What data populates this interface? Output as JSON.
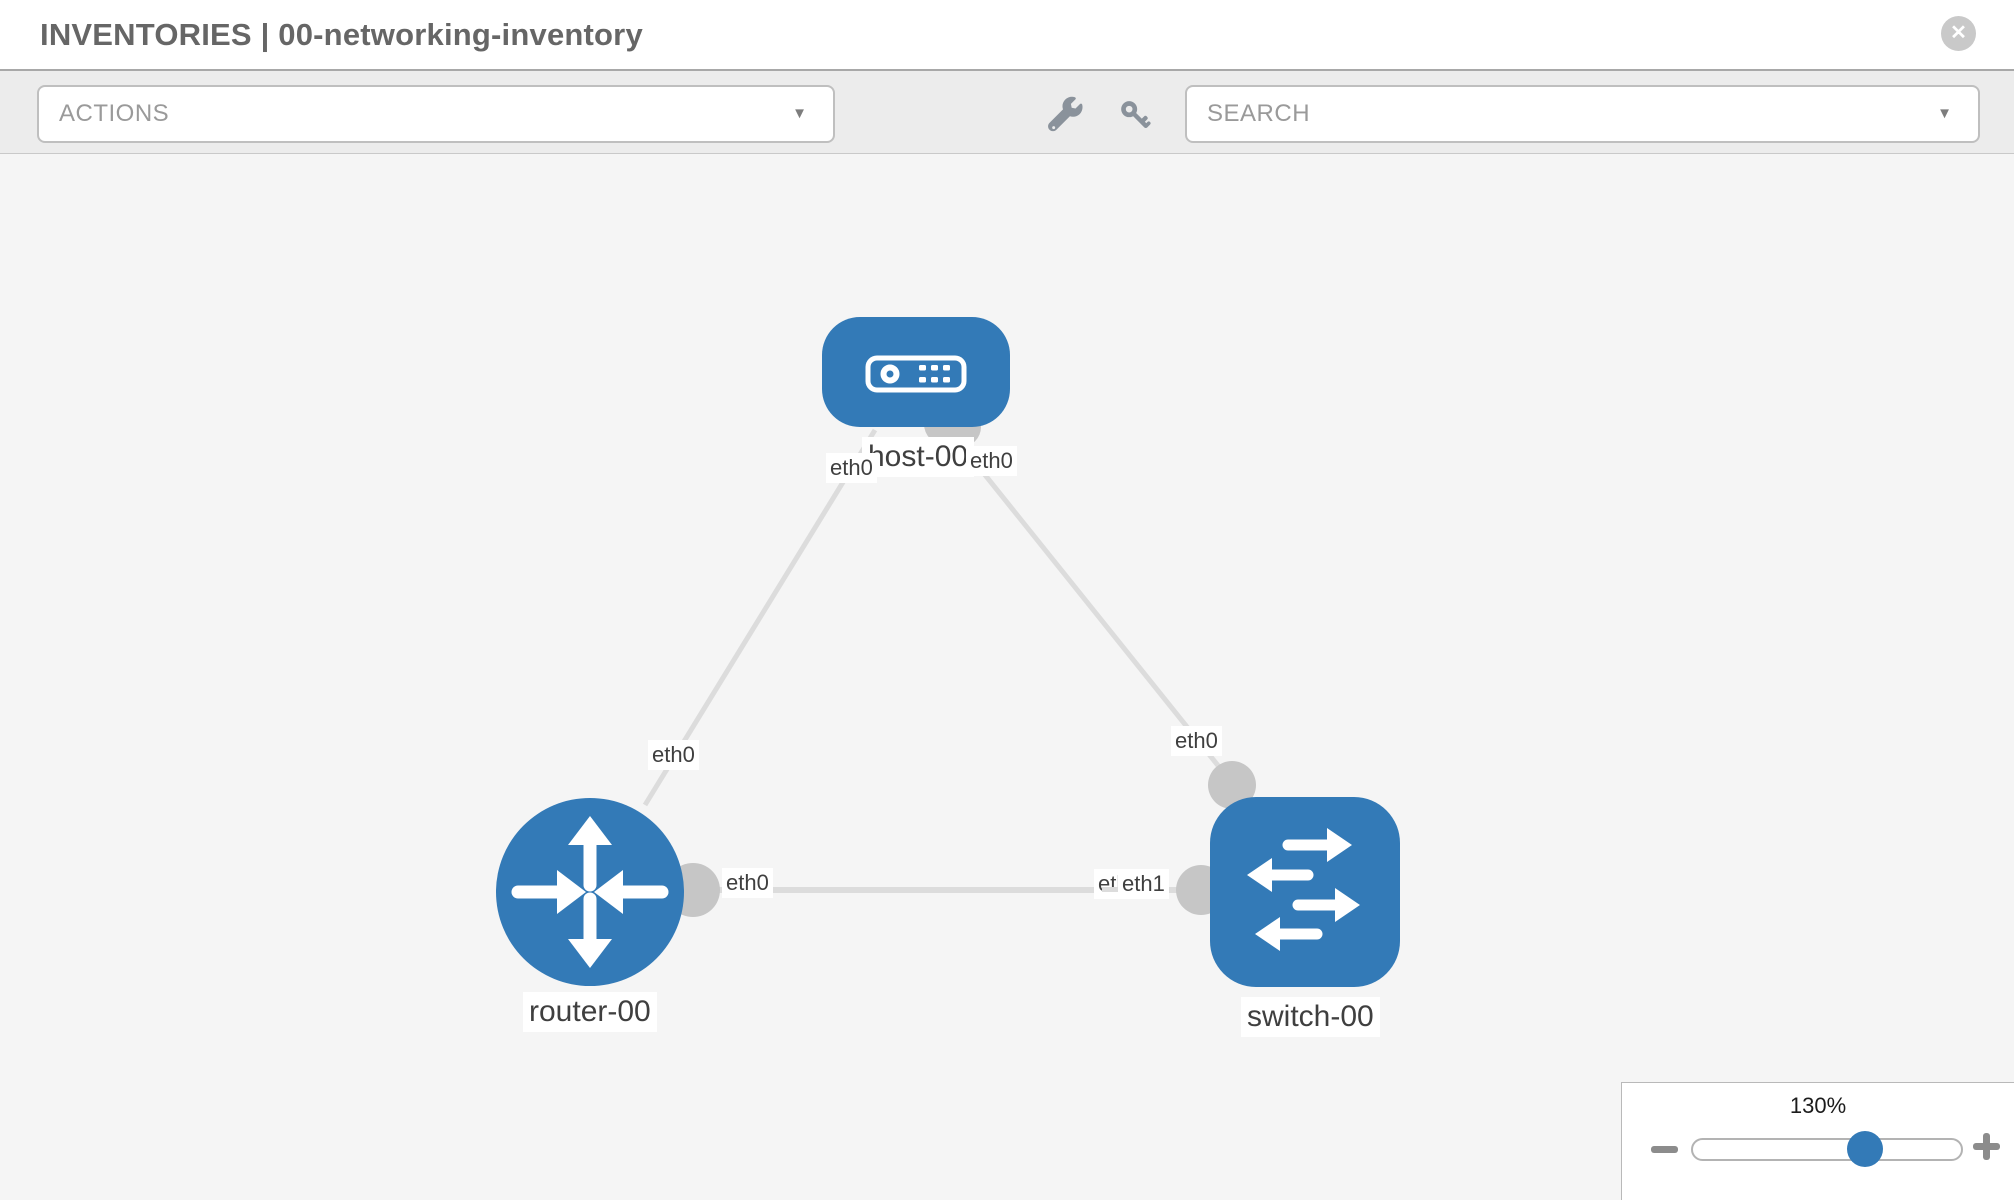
{
  "header": {
    "title": "INVENTORIES | 00-networking-inventory"
  },
  "toolbar": {
    "actions_label": "ACTIONS",
    "search_label": "SEARCH"
  },
  "icons": {
    "close": "✕",
    "caret": "▼"
  },
  "topology": {
    "nodes": [
      {
        "label": "host-00",
        "type": "host"
      },
      {
        "label": "router-00",
        "type": "router"
      },
      {
        "label": "switch-00",
        "type": "switch"
      }
    ],
    "links": [
      {
        "from": "host-00",
        "to": "router-00"
      },
      {
        "from": "host-00",
        "to": "switch-00"
      },
      {
        "from": "router-00",
        "to": "switch-00"
      }
    ],
    "interfaces": {
      "host_left": "eth0",
      "host_right": "eth0",
      "router_upper": "eth0",
      "router_right": "eth0",
      "switch_upper": "eth0",
      "switch_left_hidden": "eth0",
      "switch_left": "eth1"
    }
  },
  "zoom_control": {
    "value": "130%"
  },
  "colors": {
    "node_blue": "#337ab7",
    "connector_gray": "#c6c6c6",
    "link_gray": "#dcdcdc",
    "canvas_bg": "#f5f5f5",
    "icon_gray": "#8a929b"
  }
}
